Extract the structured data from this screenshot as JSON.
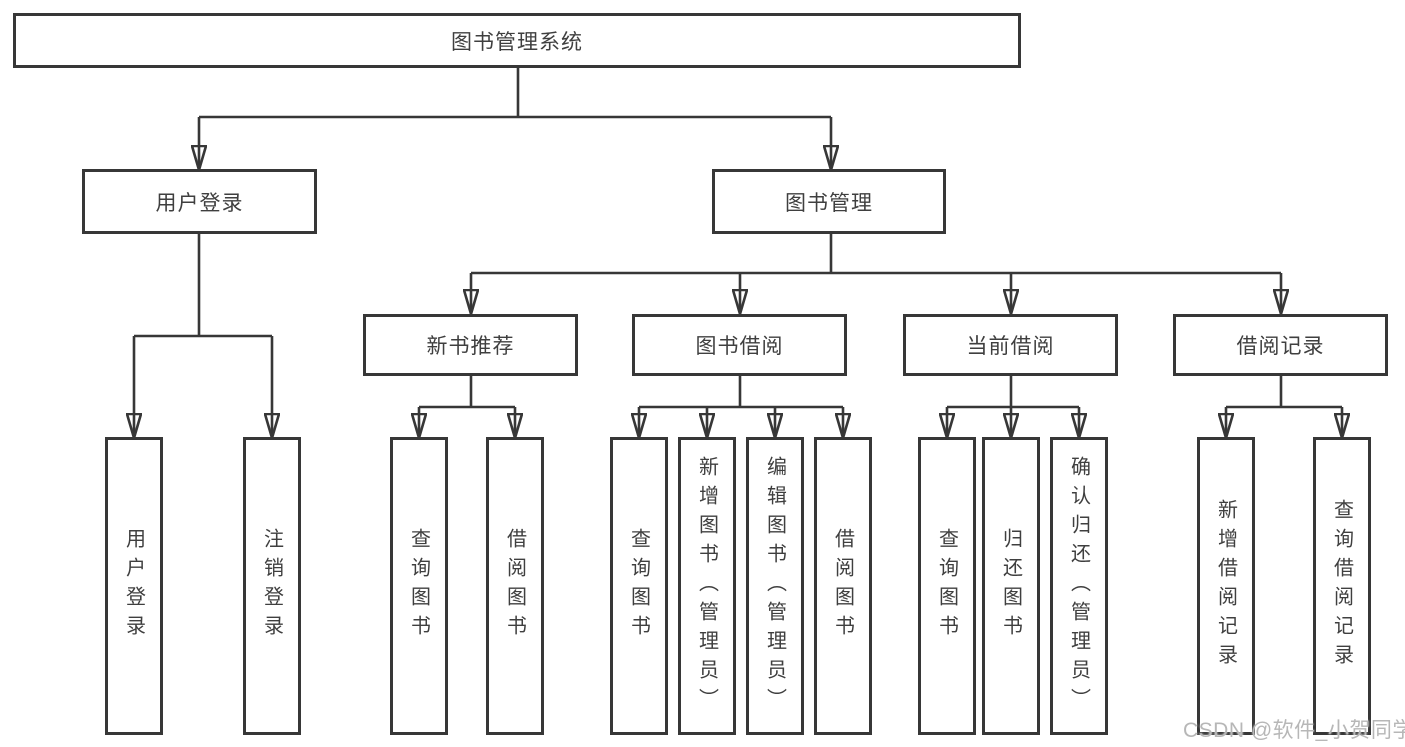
{
  "tree": {
    "root": {
      "label": "图书管理系统",
      "children": [
        {
          "label": "用户登录",
          "children": [
            {
              "label": "用户登录"
            },
            {
              "label": "注销登录"
            }
          ]
        },
        {
          "label": "图书管理",
          "children": [
            {
              "label": "新书推荐",
              "children": [
                {
                  "label": "查询图书"
                },
                {
                  "label": "借阅图书"
                }
              ]
            },
            {
              "label": "图书借阅",
              "children": [
                {
                  "label": "查询图书"
                },
                {
                  "label": "新增图书（管理员）"
                },
                {
                  "label": "编辑图书（管理员）"
                },
                {
                  "label": "借阅图书"
                }
              ]
            },
            {
              "label": "当前借阅",
              "children": [
                {
                  "label": "查询图书"
                },
                {
                  "label": "归还图书"
                },
                {
                  "label": "确认归还（管理员）"
                }
              ]
            },
            {
              "label": "借阅记录",
              "children": [
                {
                  "label": "新增借阅记录"
                },
                {
                  "label": "查询借阅记录"
                }
              ]
            }
          ]
        }
      ]
    }
  },
  "watermark": "CSDN @软件_小贺同学",
  "colors": {
    "line": "#373737",
    "text": "#3f3f3f",
    "watermark": "#b7b7b7",
    "background": "#ffffff"
  }
}
